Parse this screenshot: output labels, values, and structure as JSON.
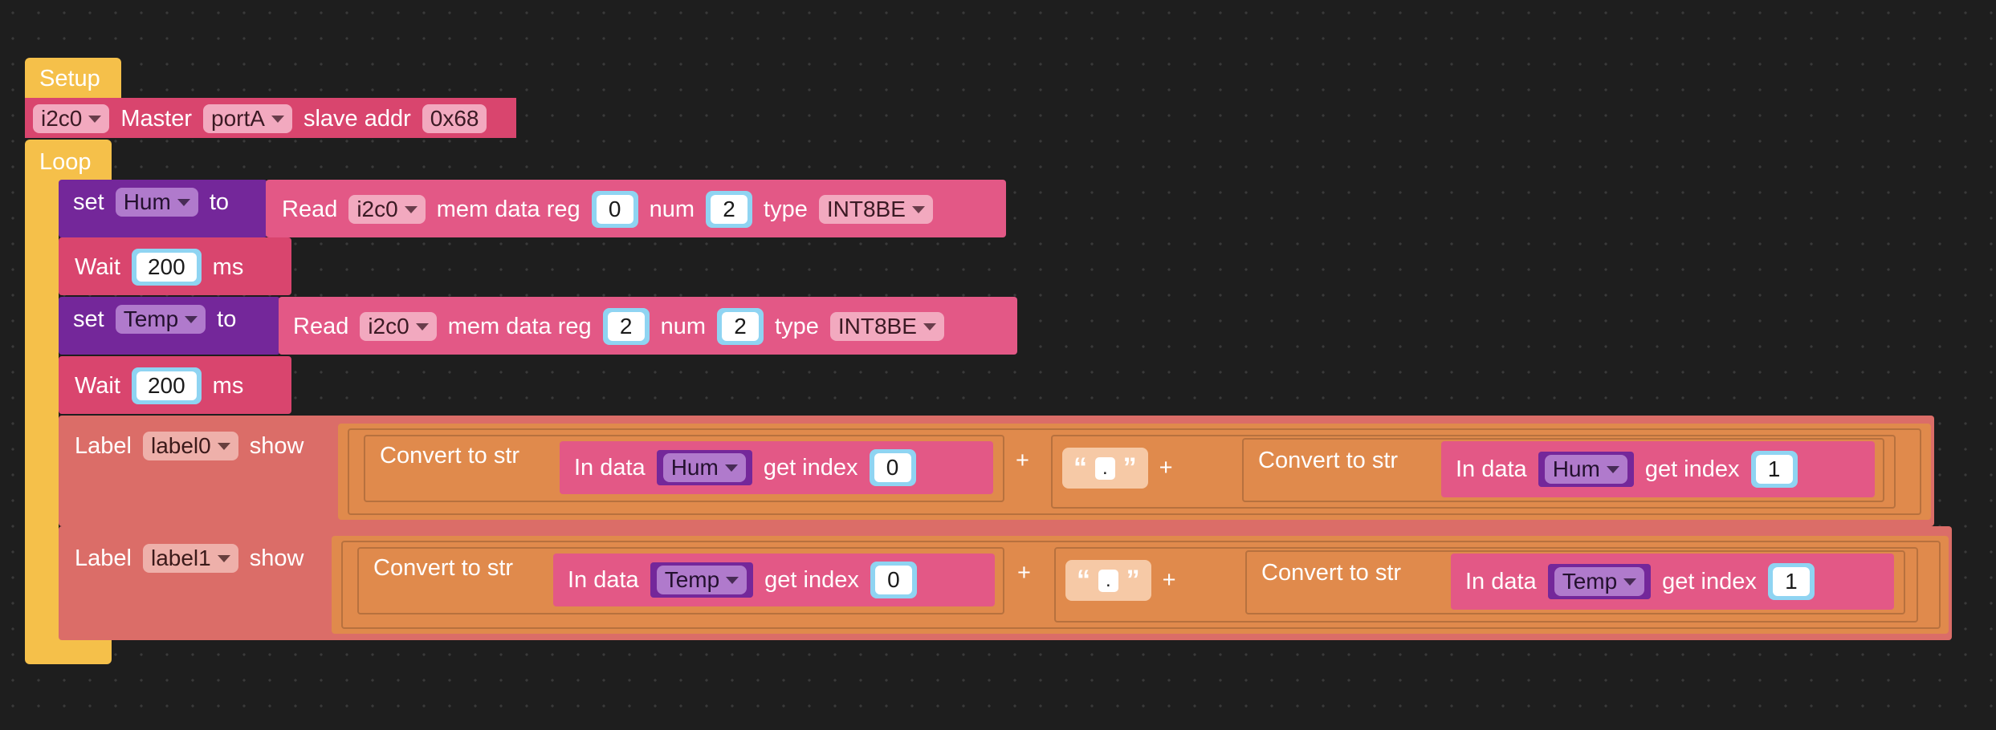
{
  "setup": {
    "label": "Setup"
  },
  "i2c": {
    "bus": "i2c0",
    "master_label": "Master",
    "port": "portA",
    "slave_label": "slave addr",
    "addr": "0x68"
  },
  "loop": {
    "label": "Loop"
  },
  "set_hum": {
    "set_label": "set",
    "var": "Hum",
    "to_label": "to",
    "read_label": "Read",
    "bus": "i2c0",
    "mem_label": "mem data reg",
    "reg": "0",
    "num_label": "num",
    "num": "2",
    "type_label": "type",
    "type": "INT8BE"
  },
  "wait1": {
    "label": "Wait",
    "value": "200",
    "unit": "ms"
  },
  "set_temp": {
    "set_label": "set",
    "var": "Temp",
    "to_label": "to",
    "read_label": "Read",
    "bus": "i2c0",
    "mem_label": "mem data reg",
    "reg": "2",
    "num_label": "num",
    "num": "2",
    "type_label": "type",
    "type": "INT8BE"
  },
  "wait2": {
    "label": "Wait",
    "value": "200",
    "unit": "ms"
  },
  "label0": {
    "label": "Label",
    "name": "label0",
    "show": "show",
    "conv1": "Convert to str",
    "in_data1": "In data",
    "var1": "Hum",
    "get_index1": "get index",
    "idx1": "0",
    "plus1": "+",
    "str_open": "“",
    "str_val": ".",
    "str_close": "”",
    "plus2": "+",
    "conv2": "Convert to str",
    "in_data2": "In data",
    "var2": "Hum",
    "get_index2": "get index",
    "idx2": "1"
  },
  "label1": {
    "label": "Label",
    "name": "label1",
    "show": "show",
    "conv1": "Convert to str",
    "in_data1": "In data",
    "var1": "Temp",
    "get_index1": "get index",
    "idx1": "0",
    "plus1": "+",
    "str_open": "“",
    "str_val": ".",
    "str_close": "”",
    "plus2": "+",
    "conv2": "Convert to str",
    "in_data2": "In data",
    "var2": "Temp",
    "get_index2": "get index",
    "idx2": "1"
  },
  "colors": {
    "canvas": "#1e1e1e",
    "setup_loop": "#f5c04a",
    "i2c_read": "#d9456e",
    "set_var": "#74279a",
    "label": "#db6d68",
    "convert": "#e08a4c"
  }
}
